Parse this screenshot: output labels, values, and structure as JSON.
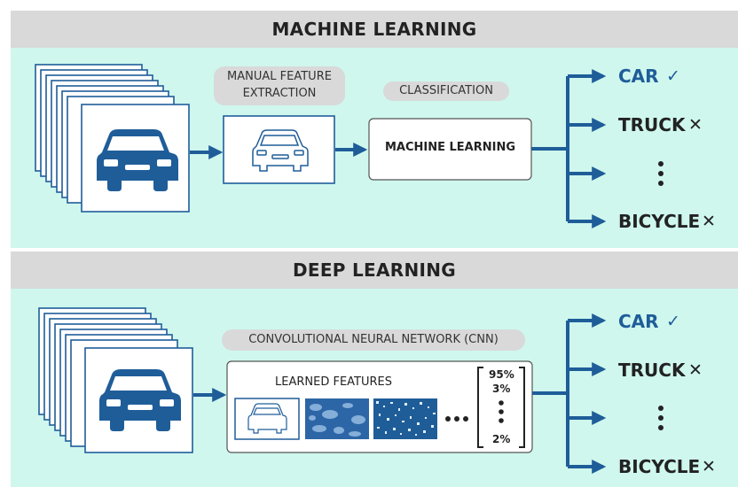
{
  "colors": {
    "accent": "#1f5d99",
    "panel": "#cff7ee",
    "header": "#d9d9d9",
    "text": "#222222"
  },
  "ml": {
    "title": "MACHINE LEARNING",
    "step1": "MANUAL FEATURE EXTRACTION",
    "step2": "CLASSIFICATION",
    "box_label": "MACHINE LEARNING",
    "outputs": [
      {
        "label": "CAR",
        "mark": "✓"
      },
      {
        "label": "TRUCK",
        "mark": "✕"
      },
      {
        "label": "BICYCLE",
        "mark": "✕"
      }
    ]
  },
  "dl": {
    "title": "DEEP LEARNING",
    "step1": "CONVOLUTIONAL NEURAL NETWORK (CNN)",
    "features_label": "LEARNED FEATURES",
    "percents": [
      "95%",
      "3%",
      "2%"
    ],
    "outputs": [
      {
        "label": "CAR",
        "mark": "✓"
      },
      {
        "label": "TRUCK",
        "mark": "✕"
      },
      {
        "label": "BICYCLE",
        "mark": "✕"
      }
    ]
  },
  "icons": [
    "car-icon",
    "check-icon",
    "cross-icon",
    "arrow-icon"
  ]
}
